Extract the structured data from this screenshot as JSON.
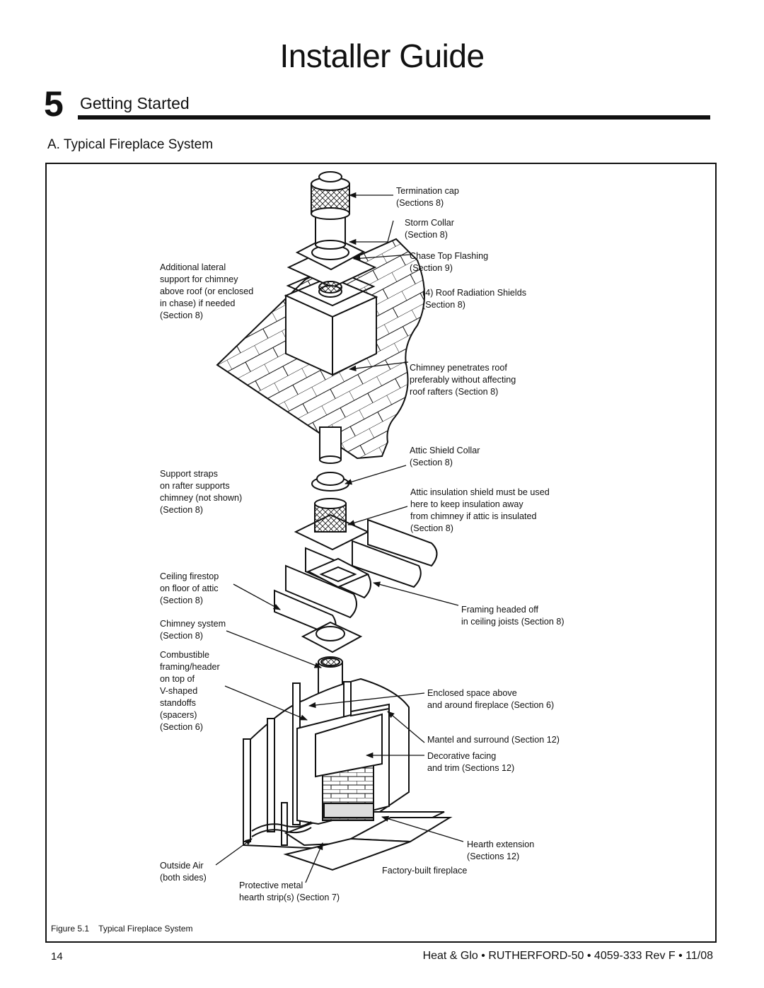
{
  "header": {
    "title": "Installer Guide"
  },
  "section": {
    "number": "5",
    "title": "Getting Started"
  },
  "subheading": "A. Typical Fireplace System",
  "labels": {
    "termination_cap": "Termination cap\n(Sections 8)",
    "storm_collar": "Storm Collar\n(Section 8)",
    "chase_top_flashing": "Chase Top Flashing\n(Section 9)",
    "roof_radiation_shields": "(4) Roof Radiation Shields\n(Section 8)",
    "additional_lateral": "Additional lateral\nsupport for chimney\nabove roof (or enclosed\nin chase) if needed\n(Section 8)",
    "chimney_penetrates": "Chimney penetrates roof\npreferably without affecting\nroof rafters (Section 8)",
    "attic_shield_collar": "Attic Shield Collar\n(Section 8)",
    "support_straps": "Support straps\non rafter supports\nchimney (not shown)\n(Section 8)",
    "attic_insulation_shield": "Attic insulation shield must be used\nhere to keep insulation away\nfrom chimney if attic is insulated\n(Section 8)",
    "ceiling_firestop": "Ceiling firestop\non floor of attic\n(Section 8)",
    "framing_headed_off": "Framing headed off\nin ceiling joists (Section 8)",
    "chimney_system": "Chimney system\n(Section 8)",
    "combustible_framing": "Combustible\nframing/header\non top of\nV-shaped\nstandoffs\n(spacers)\n(Section 6)",
    "enclosed_space": "Enclosed space above\nand around fireplace (Section 6)",
    "mantel_surround": "Mantel and surround (Section 12)",
    "decorative_facing": "Decorative facing\nand trim (Sections 12)",
    "hearth_extension": "Hearth extension\n(Sections 12)",
    "factory_built": "Factory-built fireplace",
    "outside_air": "Outside Air\n(both sides)",
    "protective_metal": "Protective metal\nhearth strip(s) (Section 7)"
  },
  "figure": {
    "caption": "Figure 5.1    Typical Fireplace System"
  },
  "footer": {
    "page_number": "14",
    "document": "Heat & Glo • RUTHERFORD-50 • 4059-333 Rev F • 11/08"
  }
}
